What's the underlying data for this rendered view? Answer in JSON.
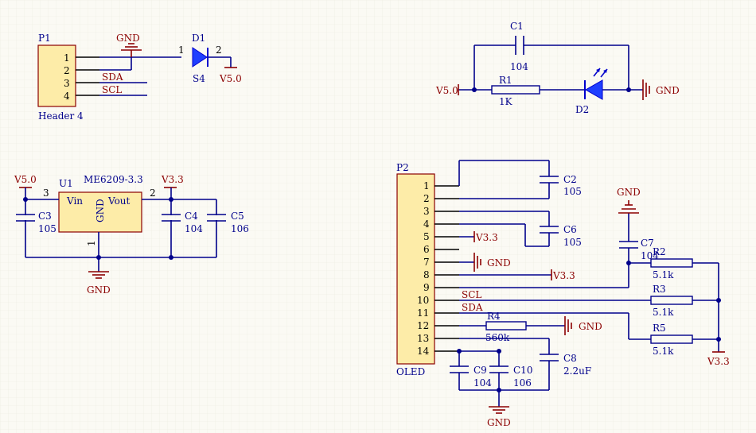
{
  "p1": {
    "designator": "P1",
    "name": "Header 4",
    "pins": [
      "1",
      "2",
      "3",
      "4"
    ],
    "nets": [
      "SDA",
      "SCL"
    ]
  },
  "d1": {
    "designator": "D1",
    "value": "S4",
    "pin1": "1",
    "pin2": "2"
  },
  "power": {
    "gnd": "GND",
    "v50": "V5.0",
    "v33": "V3.3"
  },
  "led_circuit": {
    "c1": {
      "designator": "C1",
      "value": "104"
    },
    "r1": {
      "designator": "R1",
      "value": "1K"
    },
    "d2": {
      "designator": "D2"
    }
  },
  "u1": {
    "designator": "U1",
    "part": "ME6209-3.3",
    "vin": "Vin",
    "vout": "Vout",
    "gnd": "GND",
    "pin_in": "3",
    "pin_out": "2",
    "pin_gnd": "1"
  },
  "caps": {
    "c3": {
      "designator": "C3",
      "value": "105"
    },
    "c4": {
      "designator": "C4",
      "value": "104"
    },
    "c5": {
      "designator": "C5",
      "value": "106"
    },
    "c2": {
      "designator": "C2",
      "value": "105"
    },
    "c6": {
      "designator": "C6",
      "value": "105"
    },
    "c7": {
      "designator": "C7",
      "value": "104"
    },
    "c8": {
      "designator": "C8",
      "value": "2.2uF"
    },
    "c9": {
      "designator": "C9",
      "value": "104"
    },
    "c10": {
      "designator": "C10",
      "value": "106"
    }
  },
  "resistors": {
    "r2": {
      "designator": "R2",
      "value": "5.1k"
    },
    "r3": {
      "designator": "R3",
      "value": "5.1k"
    },
    "r4": {
      "designator": "R4",
      "value": "560k"
    },
    "r5": {
      "designator": "R5",
      "value": "5.1k"
    }
  },
  "p2": {
    "designator": "P2",
    "name": "OLED",
    "pins": [
      "1",
      "2",
      "3",
      "4",
      "5",
      "6",
      "7",
      "8",
      "9",
      "10",
      "11",
      "12",
      "13",
      "14"
    ],
    "scl": "SCL",
    "sda": "SDA"
  }
}
